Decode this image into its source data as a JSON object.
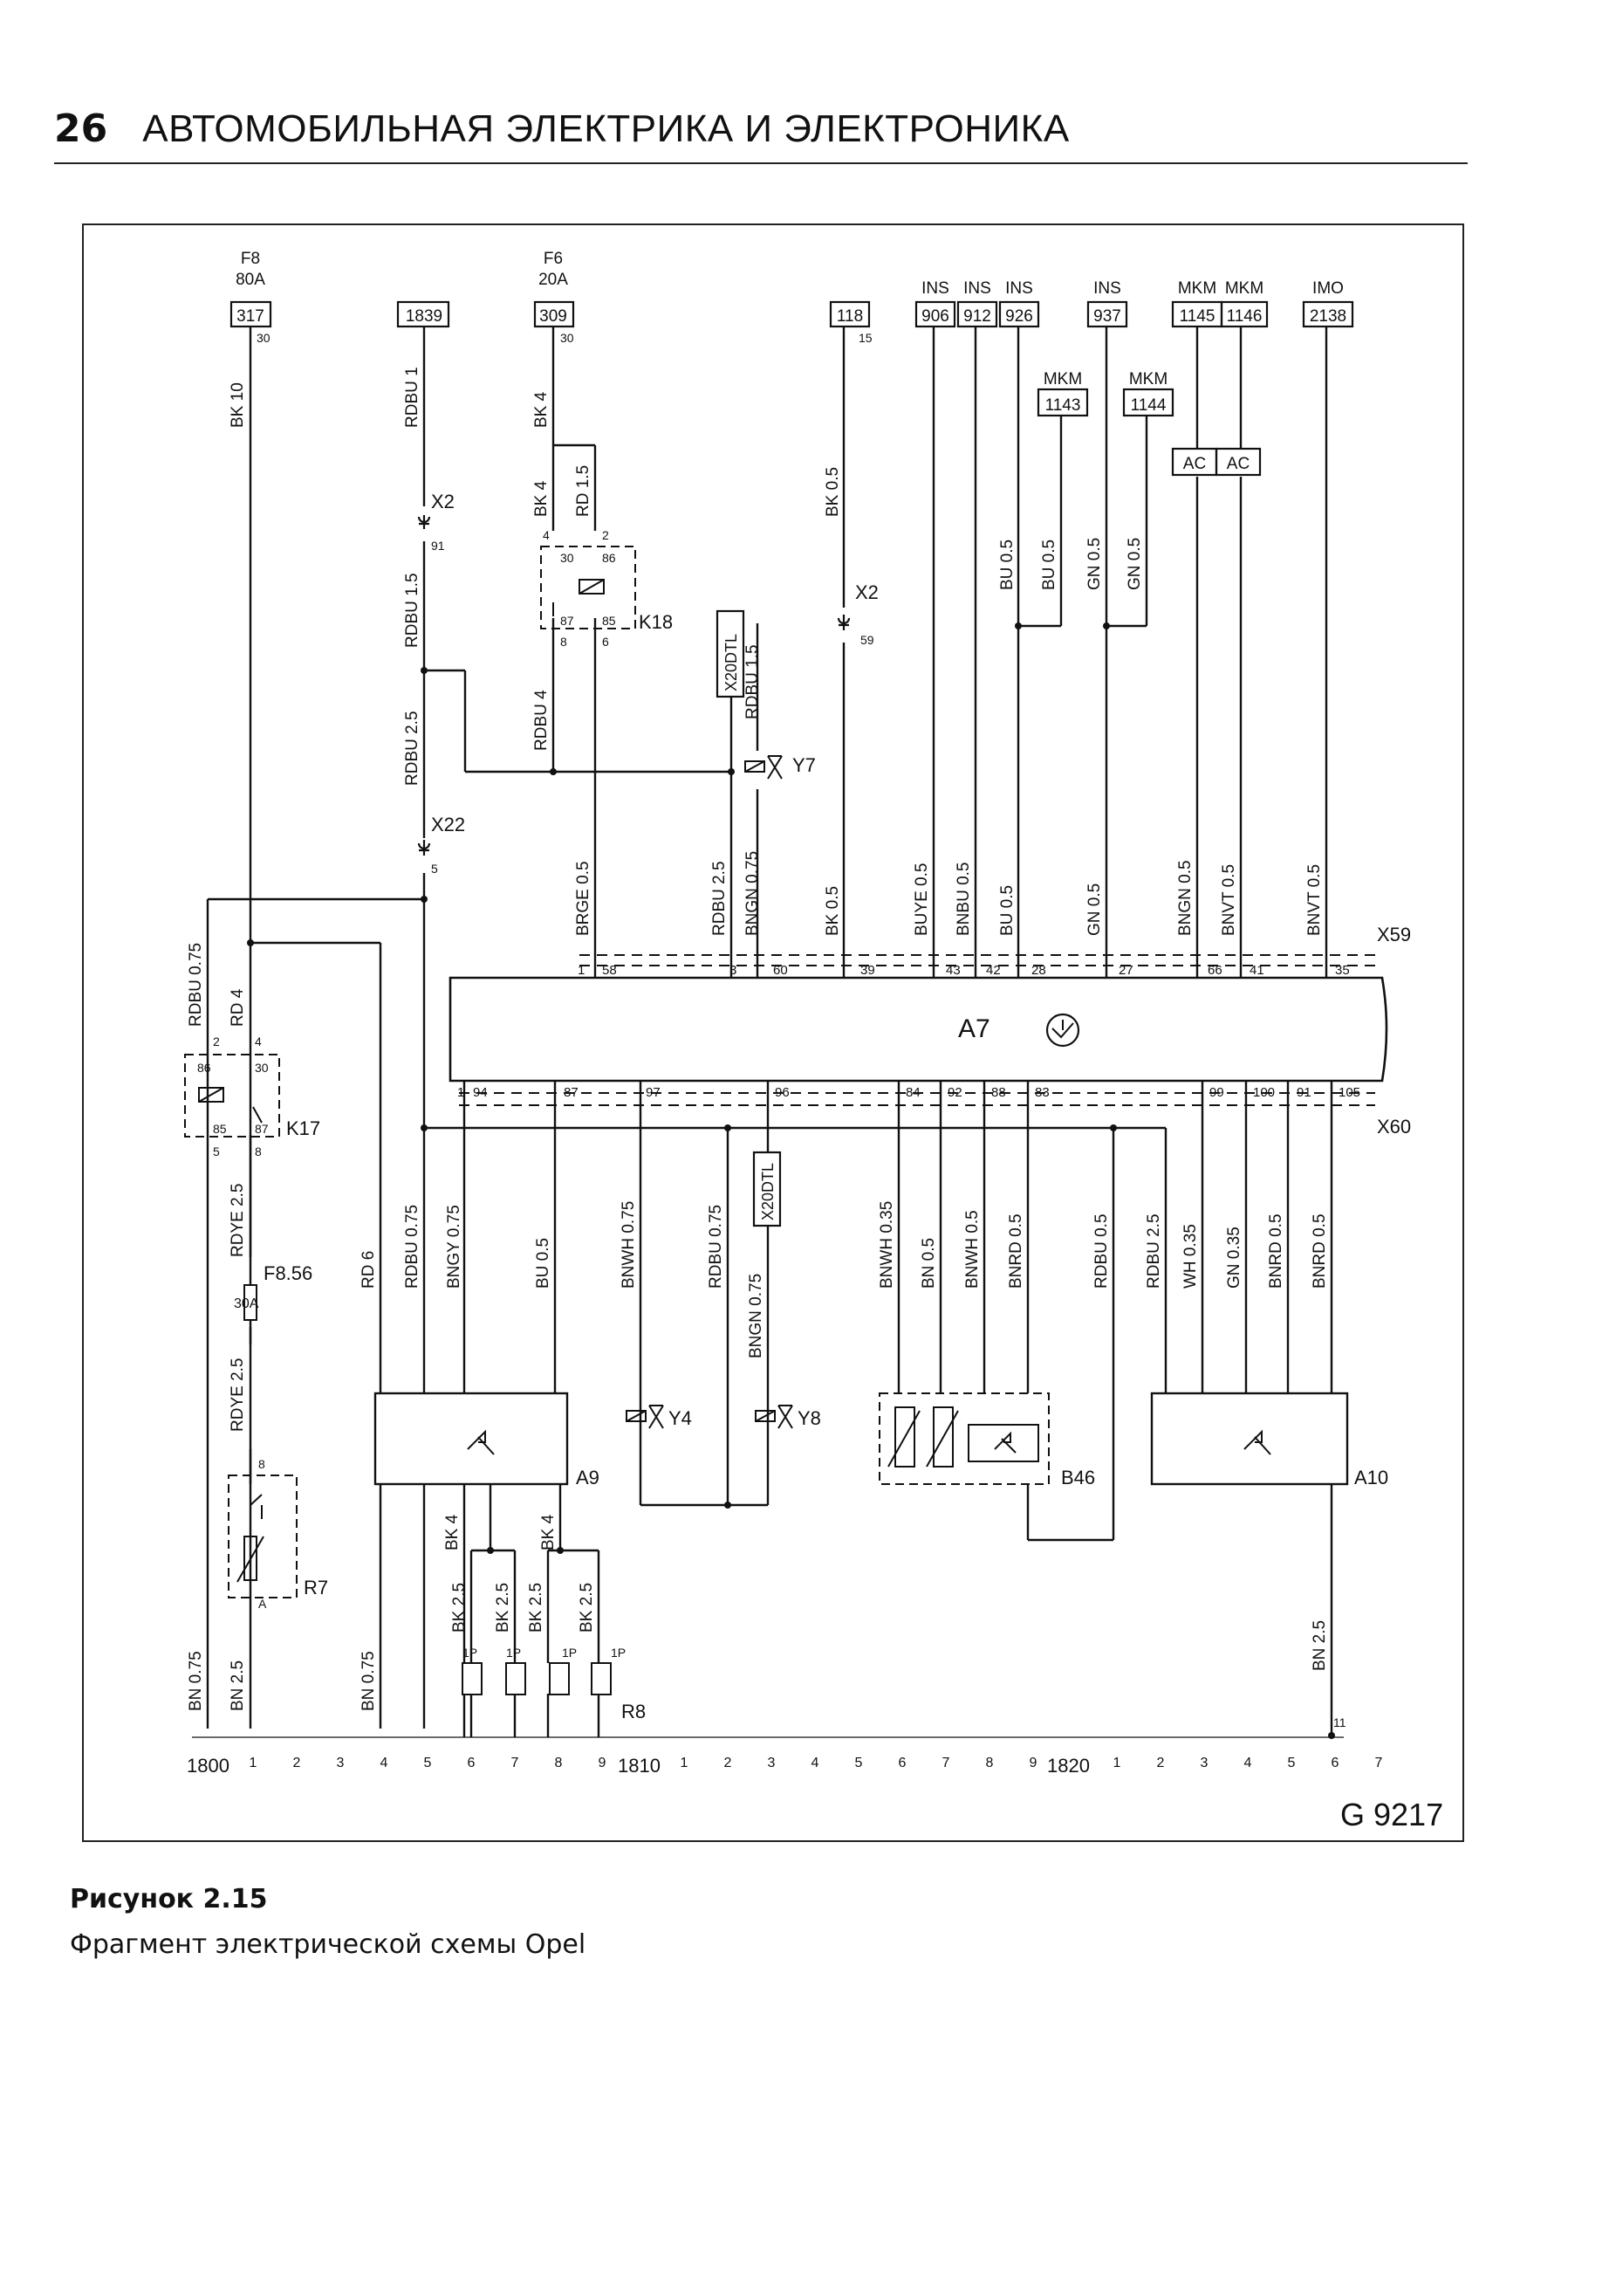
{
  "header": {
    "page_number": "26",
    "title": "АВТОМОБИЛЬНАЯ ЭЛЕКТРИКА И ЭЛЕКТРОНИКА"
  },
  "figure": {
    "id": "G 9217",
    "caption_label": "Рисунок 2.15",
    "caption_text": "Фрагмент электрической схемы Opel"
  },
  "top_terminals": [
    {
      "fuse": "F8",
      "rating": "80A",
      "num": "317",
      "pin": "30",
      "wire": "BK 10"
    },
    {
      "num": "1839",
      "wire": "RDBU 1"
    },
    {
      "fuse": "F6",
      "rating": "20A",
      "num": "309",
      "pin": "30",
      "wire": "BK 4"
    },
    {
      "num": "118",
      "pin": "15",
      "wire": "BK 0.5"
    },
    {
      "group": "INS",
      "num": "906"
    },
    {
      "group": "INS",
      "num": "912"
    },
    {
      "group": "INS",
      "num": "926"
    },
    {
      "group": "INS",
      "num": "937"
    },
    {
      "group": "MKM",
      "num": "1145"
    },
    {
      "group": "MKM",
      "num": "1146"
    },
    {
      "group": "IMO",
      "num": "2138"
    }
  ],
  "mkm_terminals": [
    {
      "group": "MKM",
      "num": "1143"
    },
    {
      "group": "MKM",
      "num": "1144"
    }
  ],
  "ac": [
    "AC",
    "AC"
  ],
  "components": {
    "A7": "A7",
    "A9": "A9",
    "A10": "A10",
    "K17": "K17",
    "K18": "K18",
    "R7": "R7",
    "R8": "R8",
    "Y4": "Y4",
    "Y7": "Y7",
    "Y8": "Y8",
    "B46": "B46",
    "X2": "X2",
    "X22": "X22",
    "X59": "X59",
    "X60": "X60",
    "F856": "F8.56",
    "F856_rating": "30A",
    "x20dtl": "X20DTL"
  },
  "wires_upper": {
    "rdbu15": "RDBU 1.5",
    "rdbu25": "RDBU 2.5",
    "bk4b": "BK 4",
    "rd15": "RD 1.5",
    "rdbu4": "RDBU 4",
    "rdbu15b": "RDBU 1.5",
    "bu05a": "BU 0.5",
    "bu05b": "BU 0.5",
    "gn05a": "GN 0.5",
    "gn05b": "GN 0.5"
  },
  "x59_wires": [
    "BRGE 0.5",
    "RDBU 2.5",
    "BNGN 0.75",
    "BK 0.5",
    "BUYE 0.5",
    "BNBU 0.5",
    "BU 0.5",
    "GN 0.5",
    "BNGN 0.5",
    "BNVT 0.5",
    "BNVT 0.5"
  ],
  "x59_pins": [
    "1",
    "58",
    "3",
    "60",
    "39",
    "43",
    "42",
    "28",
    "27",
    "66",
    "41",
    "35"
  ],
  "left_wires": {
    "rdbu075": "RDBU 0.75",
    "rd4": "RD 4",
    "rdye25a": "RDYE 2.5",
    "rdye25b": "RDYE 2.5",
    "rd6": "RD 6",
    "bn075a": "BN 0.75",
    "bn25": "BN 2.5",
    "bn075b": "BN 0.75"
  },
  "x60_pins": [
    "1",
    "94",
    "87",
    "97",
    "96",
    "84",
    "92",
    "88",
    "83",
    "99",
    "100",
    "91",
    "105"
  ],
  "x60_wires": [
    "RDBU 0.75",
    "BNGY 0.75",
    "BU 0.5",
    "BNWH 0.75",
    "RDBU 0.75",
    "BNGN 0.75",
    "BNWH 0.35",
    "BN 0.5",
    "BNWH 0.5",
    "BNRD 0.5",
    "RDBU 0.5",
    "RDBU 2.5",
    "WH 0.35",
    "GN 0.35",
    "BNRD 0.5",
    "BNRD 0.5"
  ],
  "lower_wires": {
    "bk4a": "BK 4",
    "bk4b": "BK 4",
    "bk25": "BK 2.5",
    "bn25": "BN 2.5"
  },
  "r8_label": "1P",
  "pin_small": {
    "k17": [
      "2",
      "4",
      "86",
      "30",
      "85",
      "87",
      "5",
      "8"
    ],
    "k18": [
      "4",
      "2",
      "30",
      "86",
      "87",
      "85",
      "8",
      "6"
    ],
    "misc": [
      "91",
      "59",
      "5",
      "11",
      "A",
      "8"
    ]
  },
  "bottom_ruler": {
    "groups": [
      "1800",
      "1810",
      "1820"
    ],
    "ticks": [
      "1",
      "2",
      "3",
      "4",
      "5",
      "6",
      "7",
      "8",
      "9"
    ]
  }
}
